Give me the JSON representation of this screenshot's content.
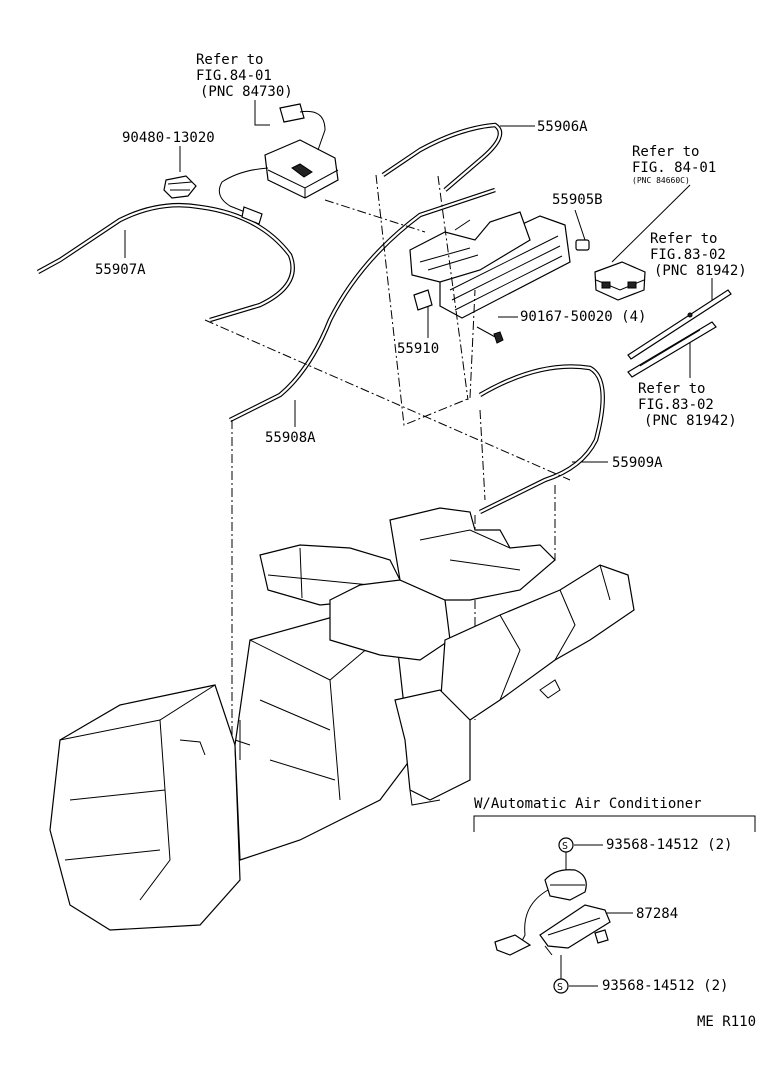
{
  "labels": {
    "ref_fig_84_01_top": [
      "Refer to",
      "FIG.84-01",
      "(PNC 84730)"
    ],
    "ref_fig_84_01_right": [
      "Refer to",
      "FIG. 84-01",
      "(PNC 84660C)"
    ],
    "ref_fig_83_02_upper": [
      "Refer to",
      "FIG.83-02",
      "(PNC 81942)"
    ],
    "ref_fig_83_02_lower": [
      "Refer to",
      "FIG.83-02",
      "(PNC 81942)"
    ],
    "part_90480_13020": "90480-13020",
    "part_55906A": "55906A",
    "part_55905B": "55905B",
    "part_55907A": "55907A",
    "part_90167_50020": "90167-50020 (4)",
    "part_55910": "55910",
    "part_55908A": "55908A",
    "part_55909A": "55909A",
    "auto_ac_heading": "W/Automatic Air Conditioner",
    "part_93568_14512_top": "93568-14512 (2)",
    "part_87284": "87284",
    "part_93568_14512_bottom": "93568-14512 (2)",
    "s_marker_top": "S",
    "s_marker_bottom": "S",
    "drawing_code": "ME R110"
  }
}
